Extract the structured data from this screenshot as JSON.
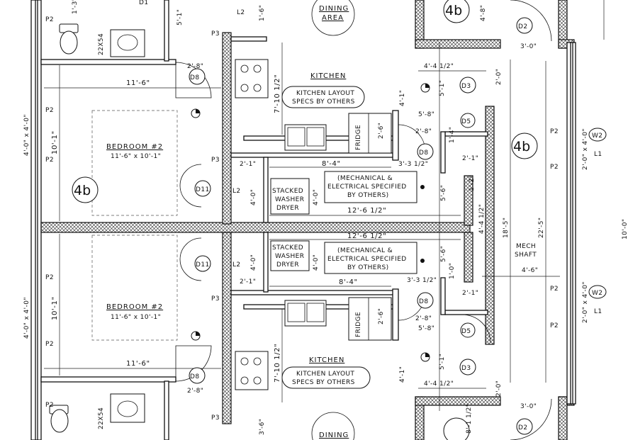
{
  "rooms": {
    "dining": "DINING",
    "area": "AREA",
    "kitchen": "KITCHEN",
    "bedroom": "BEDROOM #2",
    "bedroom_size": "11'-6\" x 10'-1\""
  },
  "notes": {
    "kitchen_layout_1": "KITCHEN LAYOUT",
    "kitchen_layout_2": "SPECS BY OTHERS",
    "mech_1": "(MECHANICAL &",
    "mech_2": "ELECTRICAL SPECIFIED",
    "mech_3": "BY OTHERS)",
    "stacked_1": "STACKED",
    "stacked_2": "WASHER",
    "stacked_3": "DRYER",
    "fridge": "FRIDGE",
    "mech_shaft_1": "MECH",
    "mech_shaft_2": "SHAFT"
  },
  "tags": {
    "wall_type": "4b",
    "doors": [
      "D1",
      "D2",
      "D3",
      "D5",
      "D8",
      "D11"
    ],
    "window": "W2",
    "level": "L1",
    "power": "P2",
    "power3": "P3",
    "l2": "L2",
    "vanity": "22X54"
  },
  "dimensions": {
    "d_11_6": "11'-6\"",
    "d_10_1": "10'-1\"",
    "d_7_10": "7'-10 1/2\"",
    "d_8_4": "8'-4\"",
    "d_12_6": "12'-6 1/2\"",
    "d_2_1": "2'-1\"",
    "d_2_8": "2'-8\"",
    "d_2_6": "2'-6\"",
    "d_4_0": "4'-0\"",
    "d_3_3": "3'-3 1/2\"",
    "d_5_8": "5'-8\"",
    "d_5_6": "5'-6\"",
    "d_4_4": "4'-4 1/2\"",
    "d_4_1": "4'-1\"",
    "d_1_0": "1'-0\"",
    "d_3_0": "3'-0\"",
    "d_2_0": "2'-0\"",
    "d_5_1": "5'-1\"",
    "d_1_2": "1'-2\"",
    "d_1_4": "1'-4\"",
    "d_4_6": "4'-6\"",
    "d_18_5": "18'-5\"",
    "d_22_5": "22'-5\"",
    "d_10_0": "10'-0\"",
    "d_4_8": "4'-8\"",
    "d_3_6": "3'-6\"",
    "d_8_1": "8'-1 1/2\"",
    "d_1_3": "1'-3\"",
    "d_1_6": "1'-6\"",
    "win_2x4": "2'-0\" x 4'-0\"",
    "win_4x4": "4'-0\" x 4'-0\""
  }
}
